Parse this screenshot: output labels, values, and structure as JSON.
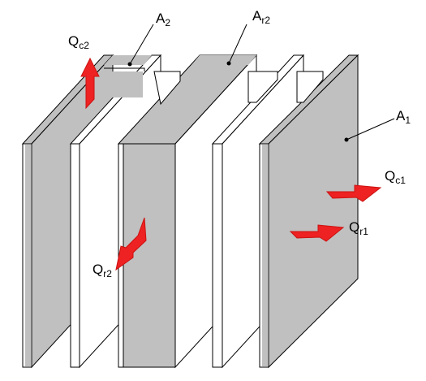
{
  "colors": {
    "panel_gray": "#c0c0c0",
    "panel_white": "#ffffff",
    "outline": "#000000",
    "arrow_fill": "#ee2222",
    "arrow_stroke": "#cc1111"
  },
  "labels": {
    "a2": {
      "main": "A",
      "sub": "2"
    },
    "ar2": {
      "main": "A",
      "sub": "r2"
    },
    "a1": {
      "main": "A",
      "sub": "1"
    },
    "qc2": {
      "main": "Q",
      "sub": "c2"
    },
    "qc1": {
      "main": "Q",
      "sub": "c1"
    },
    "qr1": {
      "main": "Q",
      "sub": "r1"
    },
    "qr2": {
      "main": "Q",
      "sub": "r2"
    }
  }
}
